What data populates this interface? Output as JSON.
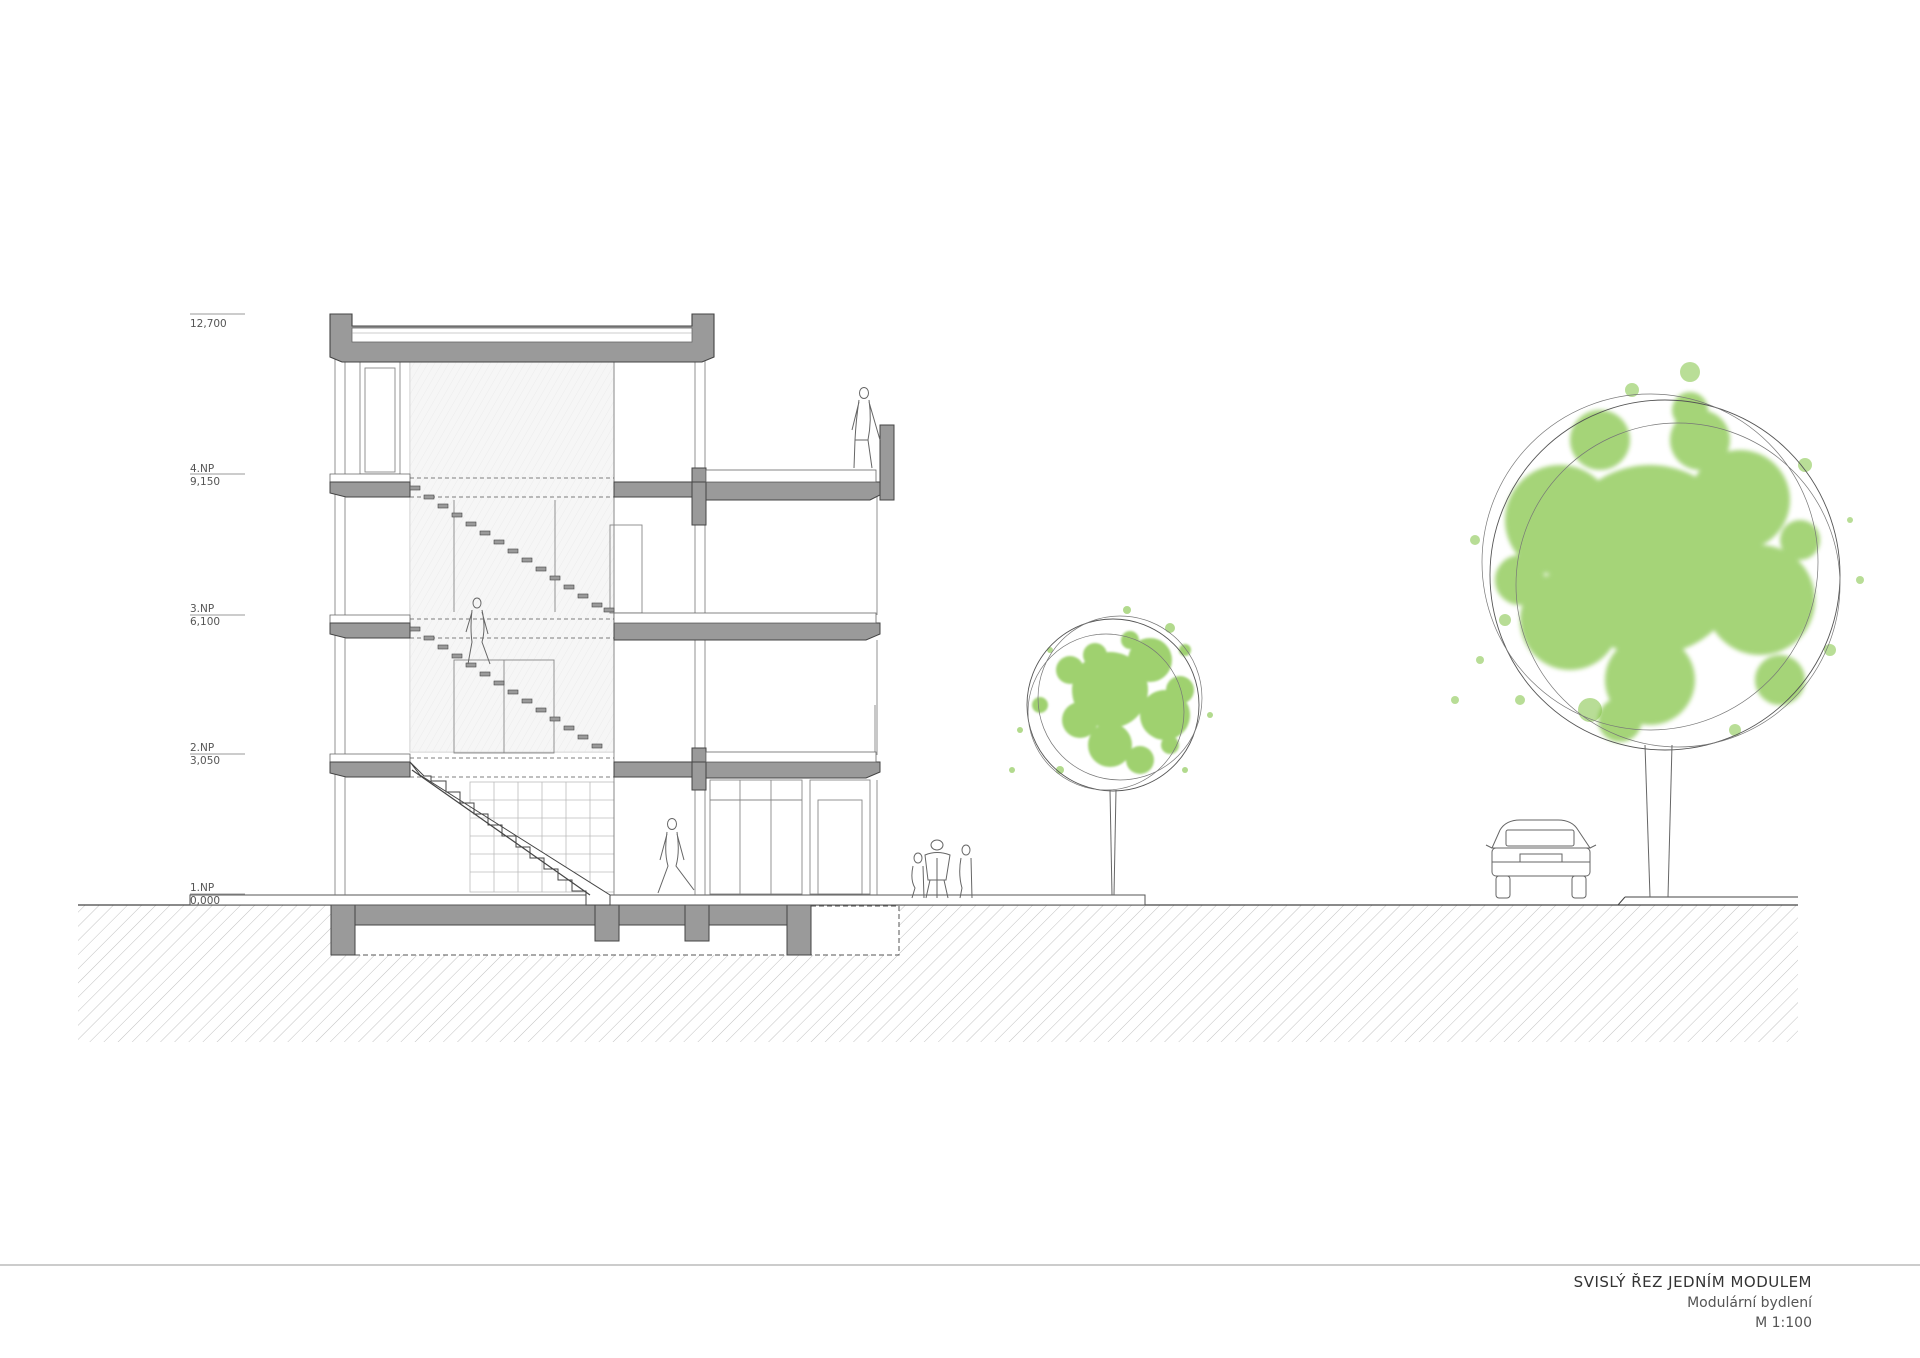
{
  "levels": [
    {
      "name": "",
      "elevation": "12,700"
    },
    {
      "name": "4.NP",
      "elevation": "9,150"
    },
    {
      "name": "3.NP",
      "elevation": "6,100"
    },
    {
      "name": "2.NP",
      "elevation": "3,050"
    },
    {
      "name": "1.NP",
      "elevation": "0,000"
    }
  ],
  "title_block": {
    "title": "SVISLÝ ŘEZ JEDNÍM MODULEM",
    "subtitle": "Modulární bydlení",
    "scale": "M 1:100"
  },
  "colors": {
    "slab": "#9a9a9a",
    "line": "#444444",
    "hatch": "#bdbdbd",
    "tree_green": "#7fc241",
    "stair_panel": "#e9e9e9"
  }
}
